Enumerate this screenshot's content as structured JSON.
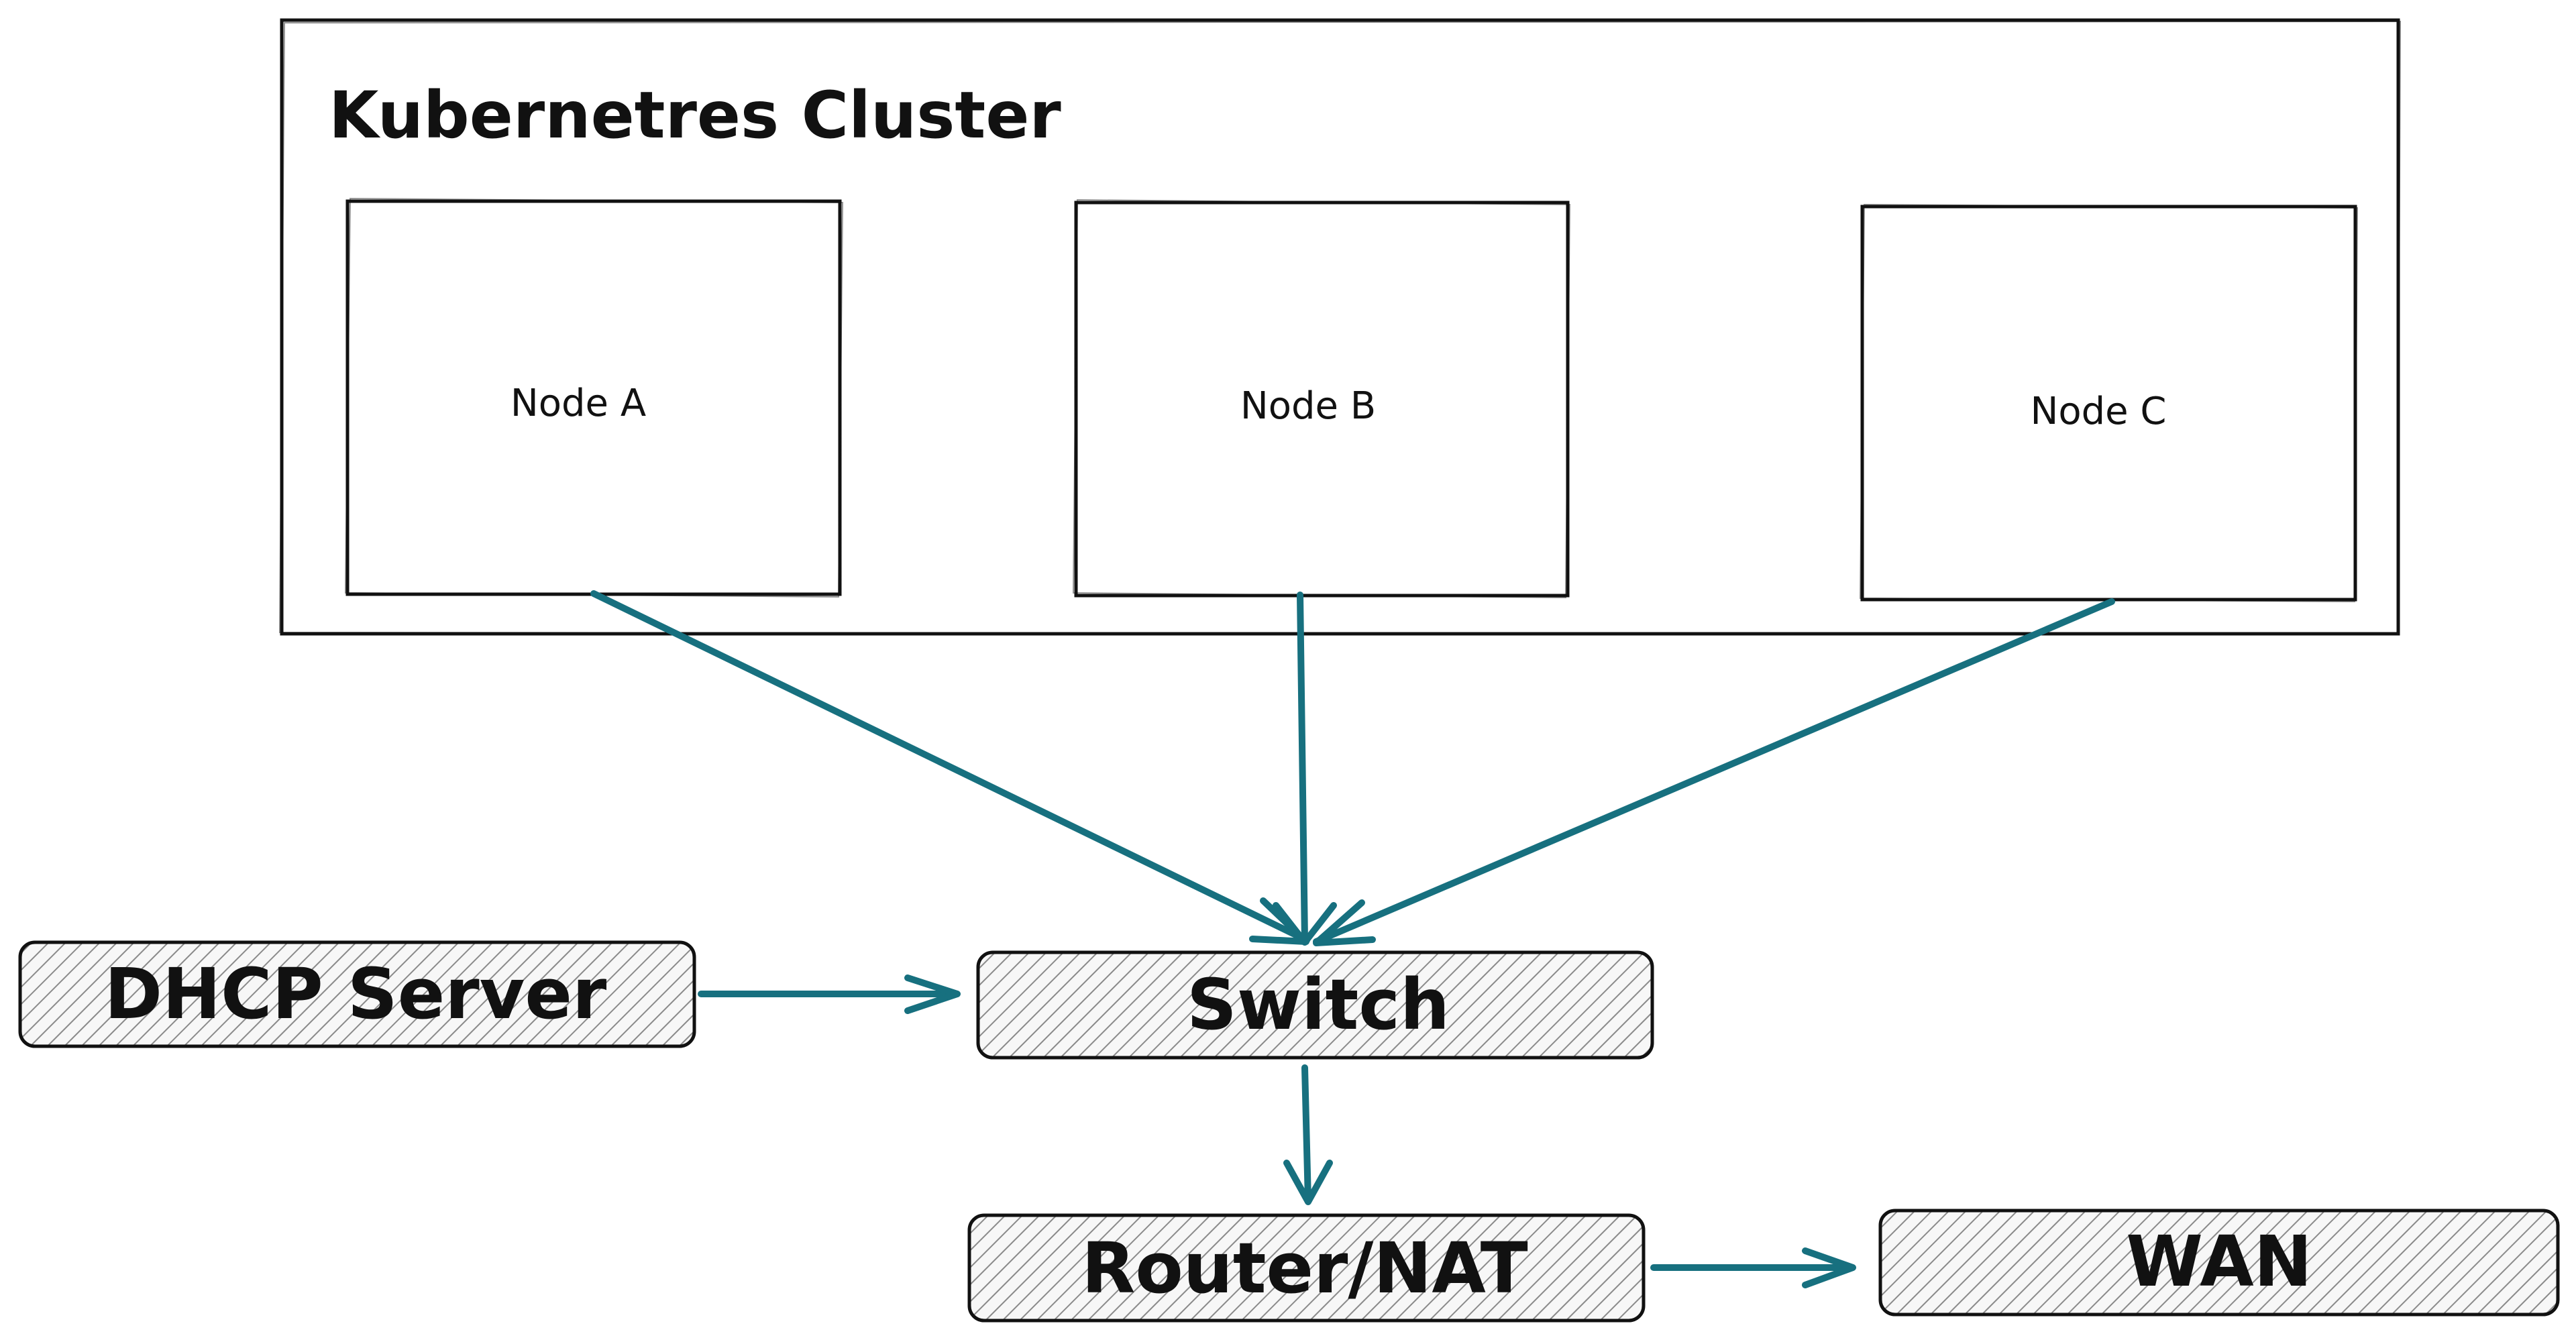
{
  "diagram": {
    "cluster": {
      "title": "Kubernetres Cluster"
    },
    "nodes": [
      {
        "label": "Node A"
      },
      {
        "label": "Node B"
      },
      {
        "label": "Node C"
      }
    ],
    "devices": {
      "dhcp": "DHCP Server",
      "switch": "Switch",
      "router": "Router/NAT",
      "wan": "WAN"
    },
    "colors": {
      "connector": "#17707f",
      "stroke": "#111111",
      "hatch": "#8a8a8a",
      "fill": "#ffffff"
    }
  }
}
